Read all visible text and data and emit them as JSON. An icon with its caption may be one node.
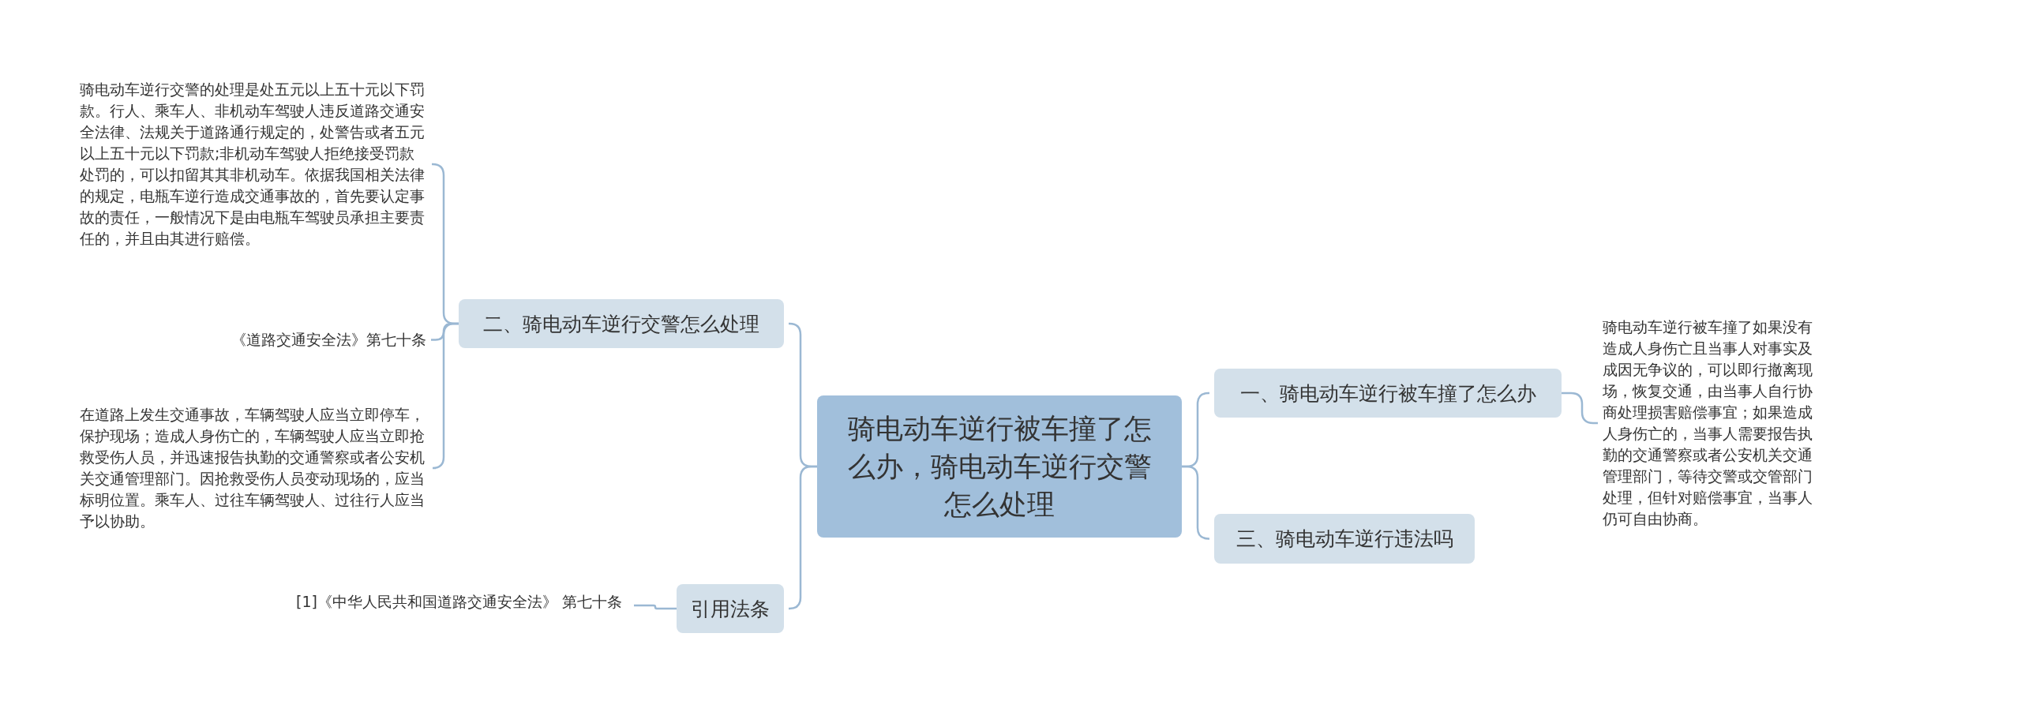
{
  "diagram": {
    "nodes": [
      {
        "text": [
          "骑电动车逆行被车撞了怎么办，骑电动车逆行交警怎么处理"
        ]
      },
      {
        "text": [
          "二、骑电动车逆行交警怎么处理"
        ]
      },
      {
        "text": [
          "引用法条"
        ]
      },
      {
        "text": [
          "一、骑电动车逆行被车撞了怎么办"
        ]
      },
      {
        "text": [
          "三、骑电动车逆行违法吗"
        ]
      },
      {
        "text": [
          "骑电动车逆行交警的处理是处五元以上五十元以下罚款。行人、乘车人、非机动车驾驶人违反道路交通安全法律、法规关于道路通行规定的，处警告或者五元以上五十元以下罚款;非机动车驾驶人拒绝接受罚款处罚的，可以扣留其其非机动车。依据我国相关法律的规定，电瓶车逆行造成交通事故的，首先要认定事故的责任，一般情况下是由电瓶车驾驶员承担主要责任的，并且由其进行赔偿。"
        ]
      },
      {
        "text": [
          "《道路交通安全法》第七十条"
        ]
      },
      {
        "text": [
          "在道路上发生交通事故，车辆驾驶人应当立即停车，保护现场；造成人身伤亡的，车辆驾驶人应当立即抢救受伤人员，并迅速报告执勤的交通警察或者公安机关交通管理部门。因抢救受伤人员变动现场的，应当标明位置。乘车人、过往车辆驾驶人、过往行人应当予以协助。"
        ]
      },
      {
        "text": [
          "[1]《中华人民共和国道路交通安全法》 第七十条"
        ]
      },
      {
        "text": [
          "骑电动车逆行被车撞了如果没有造成人身伤亡且当事人对事实及成因无争议的，可以即行撤离现场，恢复交通，由当事人自行协商处理损害赔偿事宜；如果造成人身伤亡的，当事人需要报告执勤的交通警察或者公安机关交通管理部门，等待交警或交管部门处理，但针对赔偿事宜，当事人仍可自由协商。"
        ]
      }
    ],
    "edges": [
      {
        "from": 0,
        "to": 1,
        "arrow": "none"
      },
      {
        "from": 0,
        "to": 2,
        "arrow": "none"
      },
      {
        "from": 0,
        "to": 3,
        "arrow": "none"
      },
      {
        "from": 0,
        "to": 4,
        "arrow": "none"
      },
      {
        "from": 1,
        "to": 5,
        "arrow": "none"
      },
      {
        "from": 1,
        "to": 6,
        "arrow": "none"
      },
      {
        "from": 1,
        "to": 7,
        "arrow": "none"
      },
      {
        "from": 2,
        "to": 8,
        "arrow": "none"
      },
      {
        "from": 3,
        "to": 9,
        "arrow": "none"
      }
    ]
  }
}
